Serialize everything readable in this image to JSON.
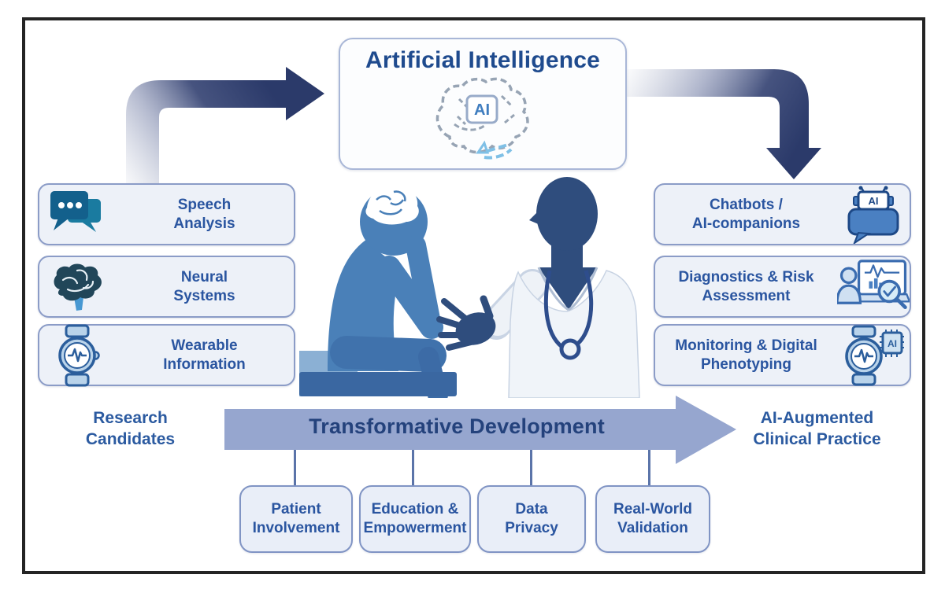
{
  "ai_box": {
    "title": "Artificial Intelligence",
    "chip_label": "AI"
  },
  "left_column": {
    "boxes": [
      {
        "label": "Speech\nAnalysis",
        "icon": "speech-bubbles-icon"
      },
      {
        "label": "Neural\nSystems",
        "icon": "brain-icon"
      },
      {
        "label": "Wearable\nInformation",
        "icon": "smartwatch-icon"
      }
    ],
    "caption": "Research\nCandidates"
  },
  "right_column": {
    "boxes": [
      {
        "label": "Chatbots /\nAI-companions",
        "icon": "chatbot-icon",
        "chip_label": "AI"
      },
      {
        "label": "Diagnostics & Risk\nAssessment",
        "icon": "diagnostics-icon"
      },
      {
        "label": "Monitoring & Digital\nPhenotyping",
        "icon": "monitoring-watch-icon",
        "chip_label": "AI"
      }
    ],
    "caption": "AI-Augmented\nClinical Practice"
  },
  "process_arrow": {
    "label": "Transformative Development"
  },
  "bottom_boxes": [
    {
      "label": "Patient\nInvolvement"
    },
    {
      "label": "Education &\nEmpowerment"
    },
    {
      "label": "Data\nPrivacy"
    },
    {
      "label": "Real-World\nValidation"
    }
  ],
  "palette": {
    "frame_border": "#242424",
    "title_blue": "#1f4b8e",
    "label_blue": "#2a55a0",
    "panel_fill": "#edf1f8",
    "panel_border": "#8b9cc7",
    "curved_arrow_navy": "#2b3a6a",
    "process_arrow_fill": "#96a6cf",
    "icon_teal": "#1a7ba0",
    "icon_dark_blue": "#13608c",
    "icon_outline_blue": "#2b5e9c",
    "patient_blue": "#4a80b8",
    "doctor_navy": "#2f4d7d"
  }
}
